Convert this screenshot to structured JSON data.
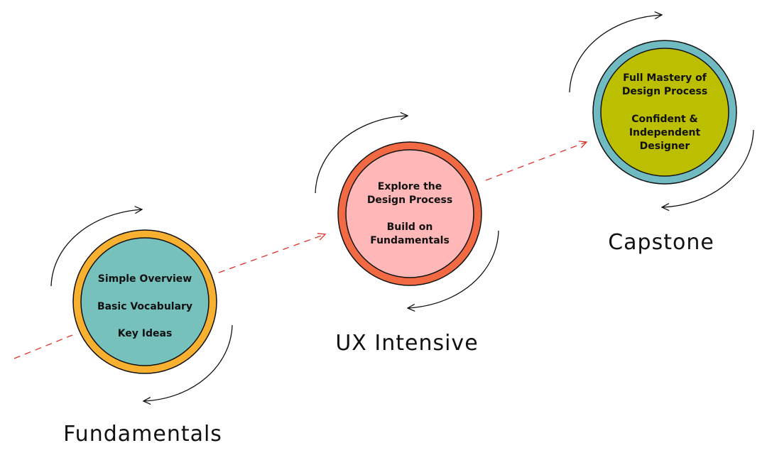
{
  "colors": {
    "connector": "#e0322a",
    "cycle_arrow": "#111111",
    "outline": "#111111",
    "text": "#111111"
  },
  "stages": [
    {
      "title": "Fundamentals",
      "ring_color": "#f7b02f",
      "fill_color": "#76c1bc",
      "lines": [
        "Simple Overview",
        "Basic Vocabulary",
        "Key Ideas"
      ]
    },
    {
      "title": "UX Intensive",
      "ring_color": "#f16a43",
      "fill_color": "#ffb7b8",
      "lines": [
        "Explore the",
        "Design Process",
        "Build on",
        "Fundamentals"
      ]
    },
    {
      "title": "Capstone",
      "ring_color": "#6fbbc1",
      "fill_color": "#bcbe00",
      "lines": [
        "Full Mastery of",
        "Design Process",
        "Confident &",
        "Independent",
        "Designer"
      ]
    }
  ]
}
